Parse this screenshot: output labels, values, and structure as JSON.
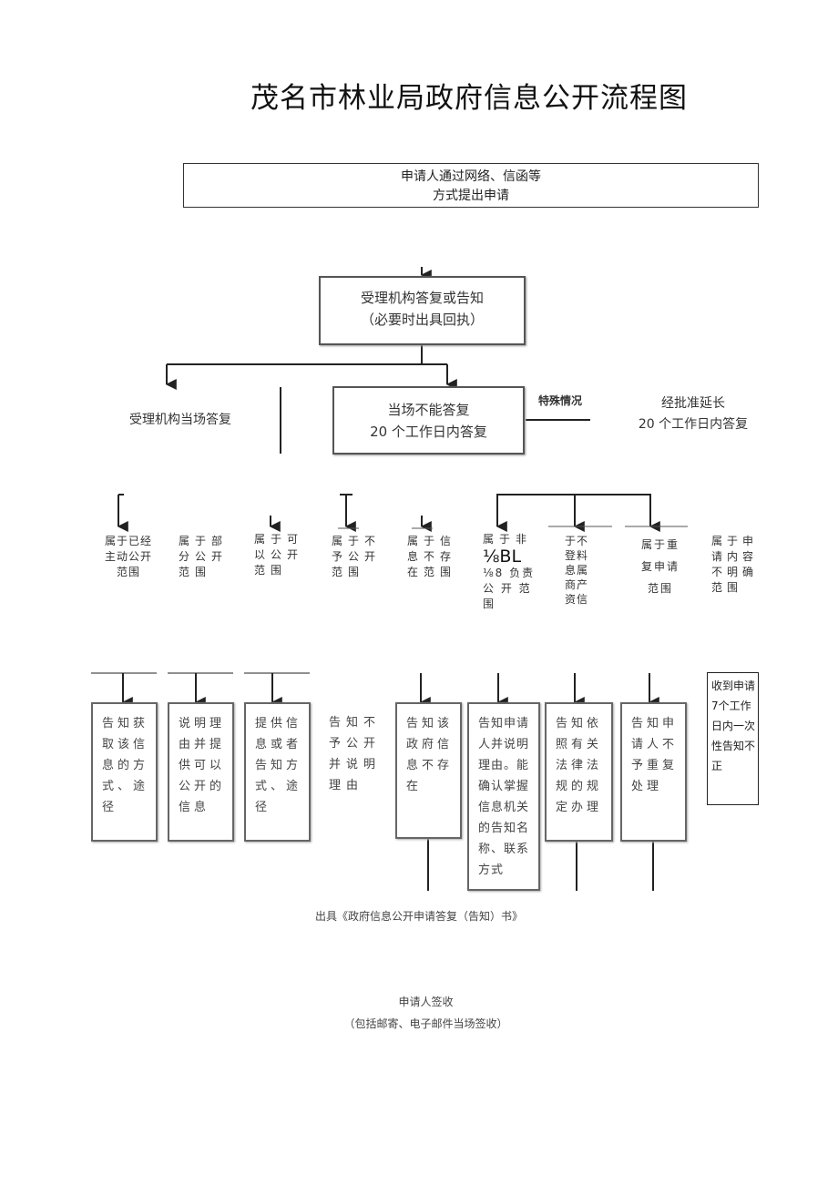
{
  "title": "茂名市林业局政府信息公开流程图",
  "step1": {
    "line1": "申请人通过网络、信函等",
    "line2": "方式提出申请"
  },
  "step2": {
    "line1": "受理机构答复或告知",
    "line2": "（必要时出具回执）"
  },
  "left_branch": "受理机构当场答复",
  "step3": {
    "line1": "当场不能答复",
    "line2": "20 个工作日内答复"
  },
  "special": "特殊情况",
  "extension": {
    "line1": "经批准延长",
    "line2": "20 个工作日内答复"
  },
  "categories": [
    "属于已经主动公开范围",
    "属于部分公开范围",
    "属于可以公开范围",
    "属于不予公开范围",
    "属于信息不存在范围",
    "属于非",
    "于不登料息属商产资信",
    "属于重复申请范围",
    "属于申请内容不明确范围"
  ],
  "cat6_fragments": {
    "a": "BL",
    "b": "8 负责",
    "c": "公 开 范",
    "d": "围"
  },
  "results": [
    "告知获取该信息的方式、途径",
    "说明理由并提供可以公开的信息",
    "提供信息或者告知方式、途径",
    "告知不予公开并说明理由",
    "告知该政府信息不存在",
    "告知申请人并说明理由。能确认掌握信息机关的告知名称、联系方式",
    "告知依照有关法律法规的规定办理",
    "告知申请人不予重复处理",
    "收到申请7个工作日内一次性告知不正"
  ],
  "issue": "出具《政府信息公开申请答复（告知）书》",
  "sign": {
    "line1": "申请人签收",
    "line2": "（包括邮寄、电子邮件当场签收）"
  }
}
